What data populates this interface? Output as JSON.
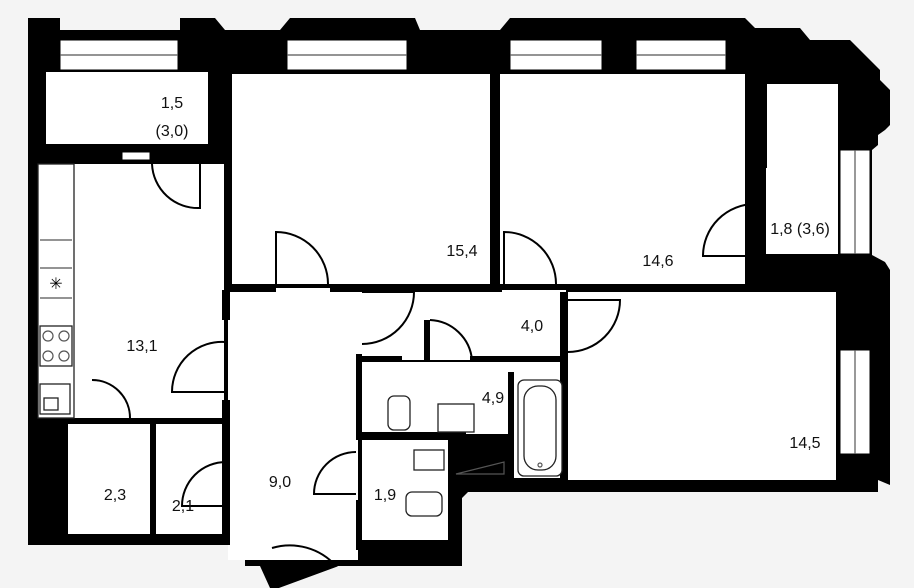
{
  "rooms": [
    {
      "id": "loggia_top",
      "area": "1,5",
      "area_extra": "(3,0)"
    },
    {
      "id": "bedroom_1",
      "area": "15,4"
    },
    {
      "id": "bedroom_2",
      "area": "14,6"
    },
    {
      "id": "loggia_right",
      "area": "1,8 (3,6)"
    },
    {
      "id": "kitchen",
      "area": "13,1"
    },
    {
      "id": "corridor",
      "area": "4,0"
    },
    {
      "id": "bathroom",
      "area": "4,9"
    },
    {
      "id": "bedroom_3",
      "area": "14,5"
    },
    {
      "id": "hall",
      "area": "9,0"
    },
    {
      "id": "toilet",
      "area": "1,9"
    },
    {
      "id": "storage_1",
      "area": "2,3"
    },
    {
      "id": "storage_2",
      "area": "2,1"
    }
  ],
  "icons": [
    "stove-icon",
    "sink-icon",
    "toilet-icon",
    "bathtub-icon",
    "washbasin-icon",
    "door-swing-icon",
    "window-icon"
  ]
}
